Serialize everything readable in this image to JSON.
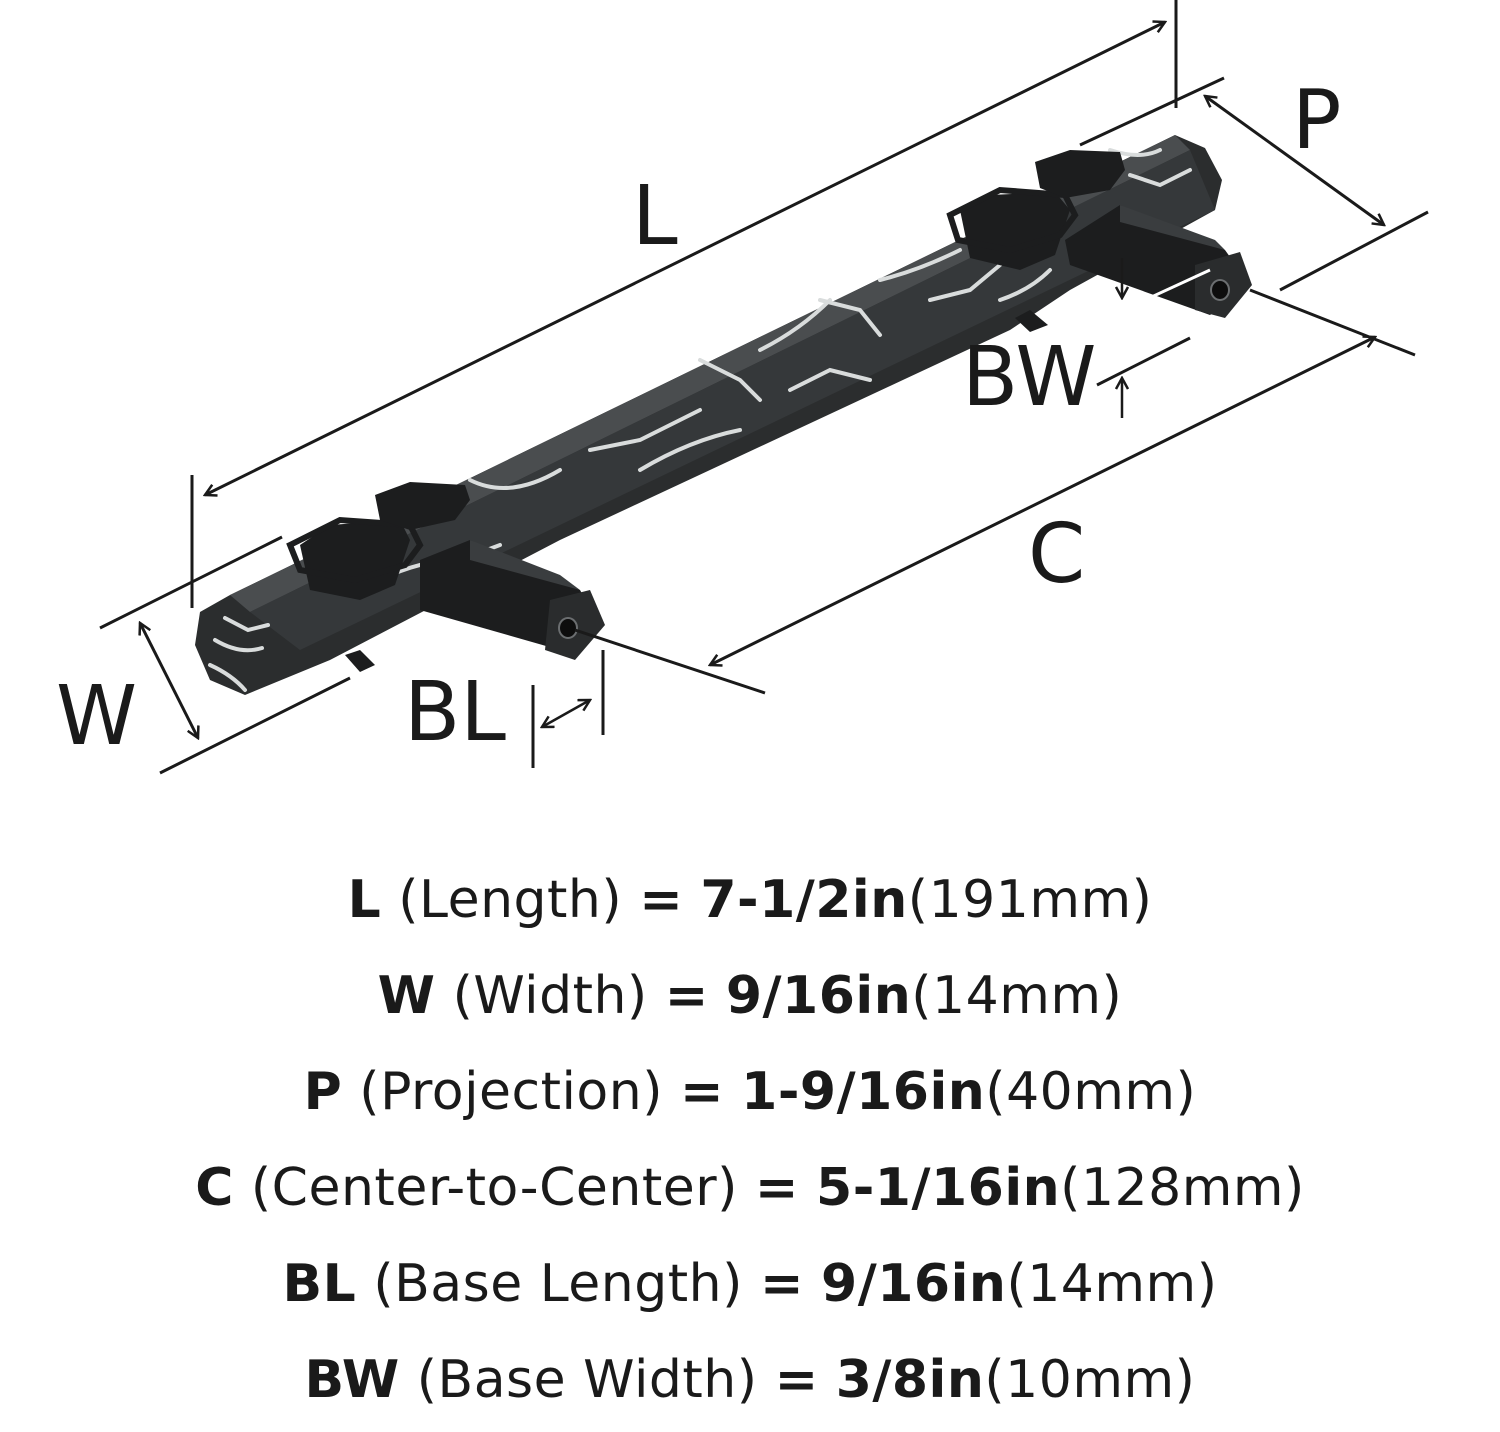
{
  "diagram": {
    "labels": {
      "L": "L",
      "P": "P",
      "BW": "BW",
      "C": "C",
      "W": "W",
      "BL": "BL"
    }
  },
  "colors": {
    "ink": "#1a1a1a",
    "handle_dark": "#2b2d2e",
    "base_dark": "#1c1d1e",
    "marble_vein": "#d9dcdc"
  },
  "specs": [
    {
      "key": "L",
      "desc": "(Length)",
      "eq": "=",
      "in": "7-1/2in",
      "mm": "(191mm)"
    },
    {
      "key": "W",
      "desc": "(Width)",
      "eq": "=",
      "in": "9/16in",
      "mm": "(14mm)"
    },
    {
      "key": "P",
      "desc": "(Projection)",
      "eq": "=",
      "in": "1-9/16in",
      "mm": "(40mm)"
    },
    {
      "key": "C",
      "desc": "(Center-to-Center)",
      "eq": "=",
      "in": "5-1/16in",
      "mm": "(128mm)"
    },
    {
      "key": "BL",
      "desc": "(Base Length)",
      "eq": "=",
      "in": "9/16in",
      "mm": "(14mm)"
    },
    {
      "key": "BW",
      "desc": "(Base Width)",
      "eq": "=",
      "in": "3/8in",
      "mm": "(10mm)"
    }
  ]
}
